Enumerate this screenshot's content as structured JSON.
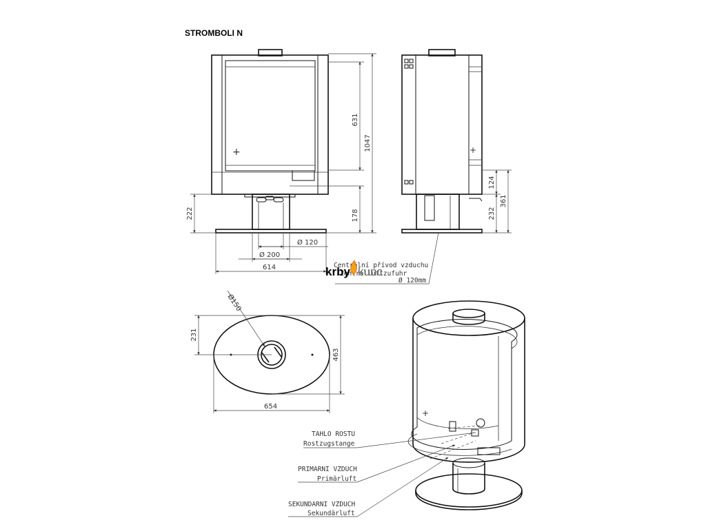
{
  "title": "STROMBOLI  N",
  "logo": {
    "brand": "krby",
    "brand2": "kunc"
  },
  "dimensions": {
    "front_glass_height": "631",
    "total_height": "1047",
    "stand_height": "222",
    "pedestal_height": "178",
    "air_inlet_diameter": "Ø 120",
    "pedestal_diameter": "Ø 200",
    "base_width": "614",
    "side_upper": "124",
    "side_lower": "232",
    "side_total": "361",
    "flue_diameter": "Ø150",
    "top_depth_half": "231",
    "top_depth": "463",
    "top_width": "654"
  },
  "annotations": {
    "central_air_cz": "Centrální přívod vzduchu",
    "central_air_de": "Zentralluftzufuhr",
    "central_air_diameter": "Ø 120mm",
    "grate_cz": "TAHLO ROSTU",
    "grate_de": "Rostzugstange",
    "primary_cz": "PRIMARNI VZDUCH",
    "primary_de": "Primärluft",
    "secondary_cz": "SEKUNDARNI VZDUCH",
    "secondary_de": "Sekundärluft"
  }
}
